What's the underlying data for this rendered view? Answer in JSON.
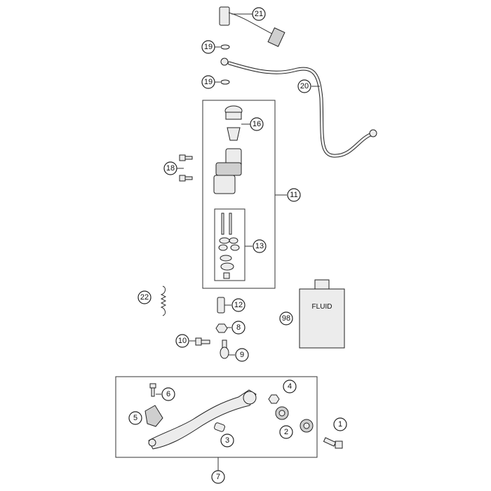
{
  "callouts": {
    "c21": "21",
    "c19a": "19",
    "c19b": "19",
    "c20": "20",
    "c16": "16",
    "c18": "18",
    "c11": "11",
    "c13": "13",
    "c22": "22",
    "c12": "12",
    "c98": "98",
    "c8": "8",
    "c10": "10",
    "c9": "9",
    "c6": "6",
    "c4": "4",
    "c5": "5",
    "c2": "2",
    "c1": "1",
    "c3": "3",
    "c7": "7"
  },
  "fluid_bottle": {
    "label": "FLUID"
  }
}
